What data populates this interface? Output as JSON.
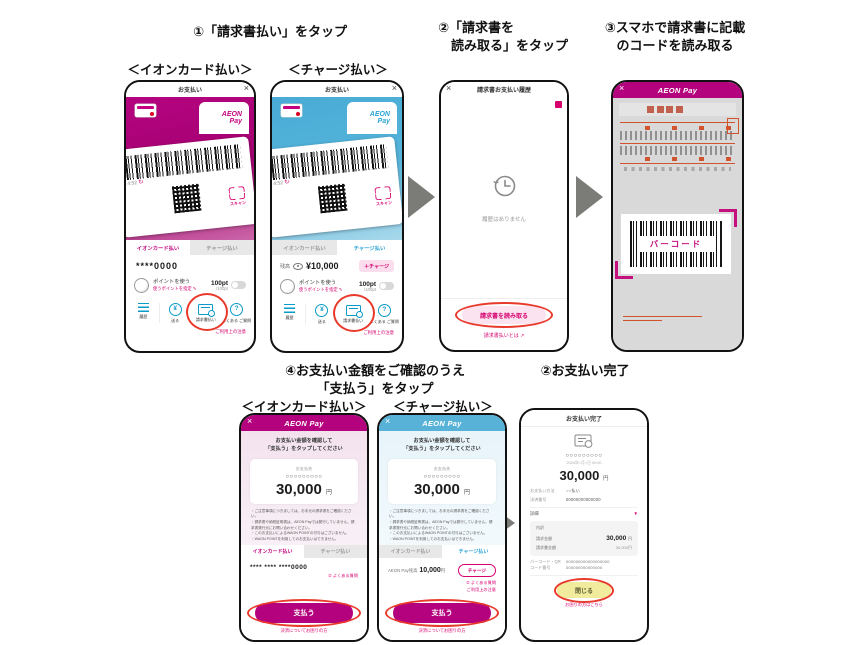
{
  "accent": {
    "magenta": "#b4027e",
    "blue": "#55b3d9",
    "link_pink": "#d6006f",
    "annotation_red": "#e8392b",
    "arrow_gray": "#7b7b78"
  },
  "steps": {
    "step1": "①「請求書払い」をタップ",
    "step2_line1": "②「請求書を",
    "step2_line2": "読み取る」をタップ",
    "step3_line1": "③スマホで請求書に記載",
    "step3_line2": "のコードを読み取る",
    "step4_line1": "④お支払い金額をご確認のうえ",
    "step4_line2": "「支払う」をタップ",
    "step5": "②お支払い完了"
  },
  "labels": {
    "aeon_card": "＜イオンカード払い＞",
    "charge": "＜チャージ払い＞"
  },
  "brand": {
    "line1": "AEON",
    "line2": "Pay",
    "full": "AEON Pay"
  },
  "pay_screen": {
    "title": "お支払い",
    "close": "×",
    "timer": "4:52",
    "refresh_icon": "↻",
    "scan_label": "スキャン",
    "tab_card": "イオンカード払い",
    "tab_charge": "チャージ払い",
    "card_number": "****0000",
    "balance_label": "残高",
    "balance_value": "¥10,000",
    "charge_button": "＋チャージ",
    "points_title": "ポイントを使う",
    "points_sub": "使うポイントを指定 ✎",
    "points_value": "100pt",
    "points_max": "/100pt",
    "menu": [
      {
        "label": "履歴"
      },
      {
        "label": "送る"
      },
      {
        "label": "請求書払い"
      },
      {
        "label": "よくある\nご質問"
      }
    ],
    "notice": "ご利用上の注意"
  },
  "history_screen": {
    "title": "請求書お支払い履歴",
    "close": "×",
    "empty": "履歴はありません",
    "read_button": "請求書を読み取る",
    "link": "請求書払いとは ↗"
  },
  "scan_screen": {
    "close": "×",
    "barcode_label": "バーコード"
  },
  "confirm_screen": {
    "close": "×",
    "instruction1": "お支払い金額を確認して",
    "instruction2": "「支払う」をタップしてください",
    "payee_label": "お支払先",
    "payee": "○○○○○○○○○",
    "amount": "30,000",
    "unit": "円",
    "notes": [
      "ご注意事項につきましては、お手元の請求書をご確認ください。",
      "請求書や納税証明書は、AEON Payでは発行していません。請求書発行元にお問い合わせください。",
      "このお支払いによるWAON POINTの付与はございません。",
      "WAON POINTを利用してのお支払いはできません。"
    ],
    "tab_card": "イオンカード払い",
    "tab_charge": "チャージ払い",
    "card_number": "**** **** ****0000",
    "faq": "② よくある質問",
    "notice": "ご利用上の注意",
    "balance_label": "AEON Pay残高",
    "balance_value": "10,000",
    "balance_unit": "円",
    "charge_button": "チャージ",
    "pay_button": "支払う",
    "help": "決済についてお困りの方"
  },
  "complete_screen": {
    "title": "お支払い完了",
    "payee": "○○○○○○○○○",
    "date": "2024年○月○日 00:00",
    "amount": "30,000",
    "unit": "円",
    "method_label": "お支払い方法",
    "method_value": "○○払い",
    "number_label": "決済番号",
    "number_value": "00000000000000",
    "detail_label": "詳細",
    "detail_chevron": "▼",
    "breakdown_title": "内訳",
    "breakdown_row1_label": "請求金額",
    "breakdown_row1_value": "30,000",
    "breakdown_row1_unit": "円",
    "breakdown_row2_label": "請求書金額",
    "breakdown_row2_value": "30,000円",
    "code_label1": "バーコード・QR",
    "code_label2": "コード番号",
    "code_value1": "000000000000000000",
    "code_value2": "000000000000000",
    "close_button": "閉じる",
    "help": "お困りの方はこちら"
  }
}
